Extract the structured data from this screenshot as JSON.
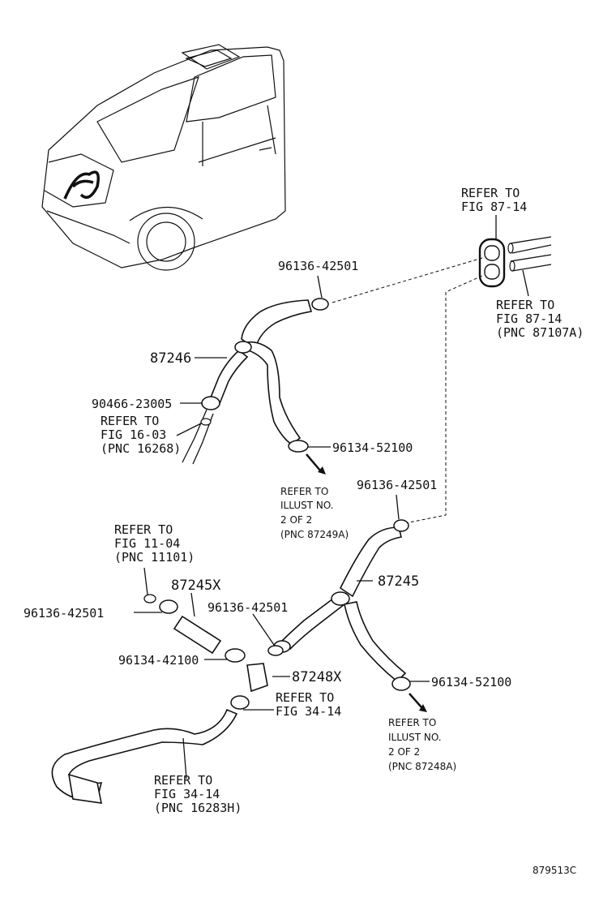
{
  "parts": {
    "p_96136_top": "96136-42501",
    "p_87246": "87246",
    "p_90466": "90466-23005",
    "p_96134_52100_a": "96134-52100",
    "p_96136_mid": "96136-42501",
    "p_87245": "87245",
    "p_87245x": "87245X",
    "p_96136_left": "96136-42501",
    "p_96136_center": "96136-42501",
    "p_96134_42100": "96134-42100",
    "p_87248x": "87248X",
    "p_96134_52100_b": "96134-52100"
  },
  "refs": {
    "r1": [
      "REFER TO",
      "FIG 87-14"
    ],
    "r2": [
      "REFER TO",
      "FIG 87-14",
      "(PNC 87107A)"
    ],
    "r3": [
      "REFER TO",
      "FIG 16-03",
      "(PNC 16268)"
    ],
    "r4": [
      "REFER TO",
      "ILLUST NO.",
      "2 OF 2",
      "(PNC 87249A)"
    ],
    "r5": [
      "REFER TO",
      "FIG 11-04",
      "(PNC 11101)"
    ],
    "r6": [
      "REFER TO",
      "FIG 34-14"
    ],
    "r7": [
      "REFER TO",
      "ILLUST NO.",
      "2 OF 2",
      "(PNC 87248A)"
    ],
    "r8": [
      "REFER TO",
      "FIG 34-14",
      "(PNC 16283H)"
    ]
  },
  "illustration_id": "879513C"
}
